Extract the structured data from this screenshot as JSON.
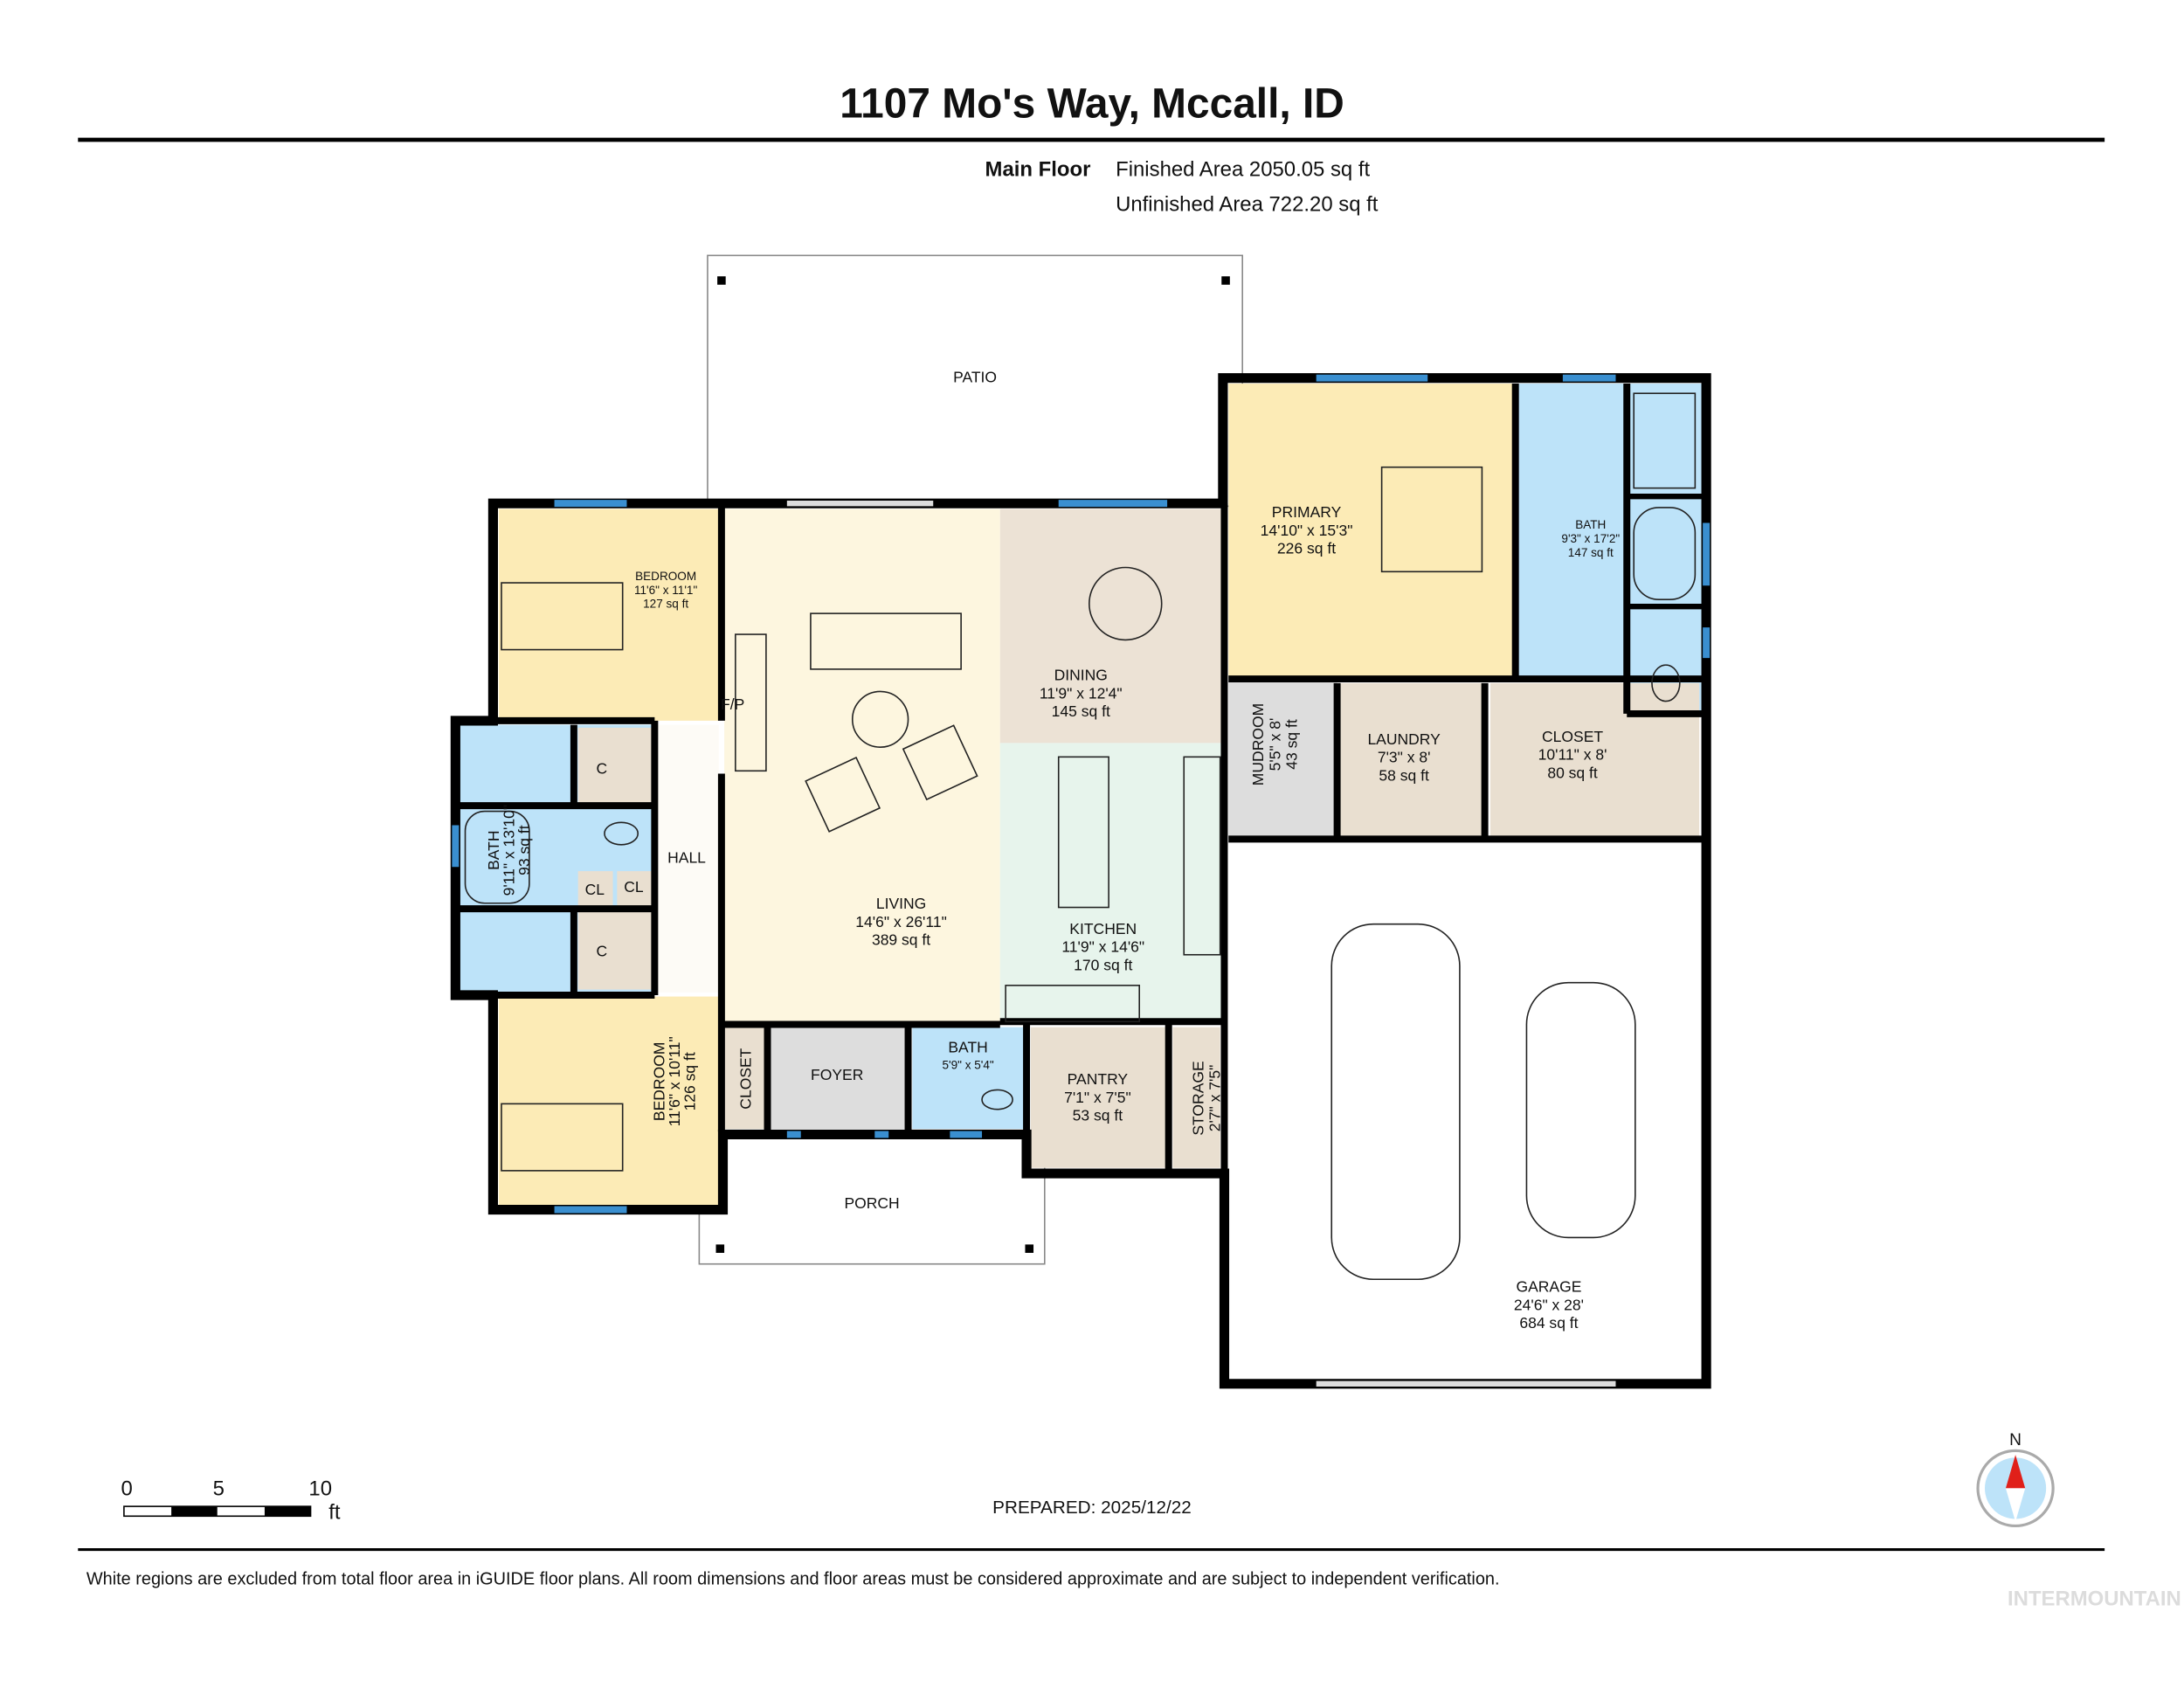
{
  "title": "1107 Mo's Way, Mccall, ID",
  "summary": {
    "floor": "Main Floor",
    "finished": "Finished Area 2050.05 sq ft",
    "unfinished": "Unfinished Area 722.20 sq ft"
  },
  "rooms": {
    "patio": {
      "name": "PATIO"
    },
    "primary": {
      "name": "PRIMARY",
      "dims": "14'10\" x 15'3\"",
      "area": "226 sq ft"
    },
    "primary_bath": {
      "name": "BATH",
      "dims": "9'3\" x 17'2\"",
      "area": "147 sq ft"
    },
    "bedroom1": {
      "name": "BEDROOM",
      "dims": "11'6\" x 11'1\"",
      "area": "127 sq ft"
    },
    "living": {
      "name": "LIVING",
      "dims": "14'6\" x 26'11\"",
      "area": "389 sq ft"
    },
    "dining": {
      "name": "DINING",
      "dims": "11'9\" x 12'4\"",
      "area": "145 sq ft"
    },
    "kitchen": {
      "name": "KITCHEN",
      "dims": "11'9\" x 14'6\"",
      "area": "170 sq ft"
    },
    "mudroom": {
      "name": "MUDROOM",
      "dims": "5'5\" x 8'",
      "area": "43 sq ft"
    },
    "laundry": {
      "name": "LAUNDRY",
      "dims": "7'3\" x 8'",
      "area": "58 sq ft"
    },
    "closet_big": {
      "name": "CLOSET",
      "dims": "10'11\" x 8'",
      "area": "80 sq ft"
    },
    "garage": {
      "name": "GARAGE",
      "dims": "24'6\" x 28'",
      "area": "684 sq ft"
    },
    "hall": {
      "name": "HALL"
    },
    "fp": {
      "name": "F/P"
    },
    "bath_left": {
      "name": "BATH",
      "dims": "9'11\" x 13'10\"",
      "area": "93 sq ft"
    },
    "c1": {
      "name": "C"
    },
    "c2": {
      "name": "C"
    },
    "cl1": {
      "name": "CL"
    },
    "cl2": {
      "name": "CL"
    },
    "bedroom2": {
      "name": "BEDROOM",
      "dims": "11'6\" x 10'11\"",
      "area": "126 sq ft"
    },
    "closet_small": {
      "name": "CLOSET"
    },
    "foyer": {
      "name": "FOYER"
    },
    "bath_small": {
      "name": "BATH",
      "dims": "5'9\" x 5'4\""
    },
    "pantry": {
      "name": "PANTRY",
      "dims": "7'1\" x 7'5\"",
      "area": "53 sq ft"
    },
    "storage": {
      "name": "STORAGE",
      "dims": "2'7\" x 7'5\""
    },
    "porch": {
      "name": "PORCH"
    }
  },
  "scale": {
    "ticks": [
      "0",
      "5",
      "10"
    ],
    "unit": "ft"
  },
  "compass": {
    "label": "N",
    "icon": "compass-icon"
  },
  "prepared": "PREPARED: 2025/12/22",
  "disclaimer": "White regions are excluded from total floor area in iGUIDE floor plans. All room dimensions and floor areas must be considered approximate and are subject to independent verification.",
  "watermark": "INTERMOUNTAIN",
  "colors": {
    "bedroom": "#fcebb6",
    "bath": "#bde3f9",
    "utility": "#e9dfd0",
    "living": "#fdf6df",
    "kitchen": "#e7f4ec",
    "circulation": "#dddddd",
    "wall": "#000000",
    "window": "#3a8fd0"
  }
}
